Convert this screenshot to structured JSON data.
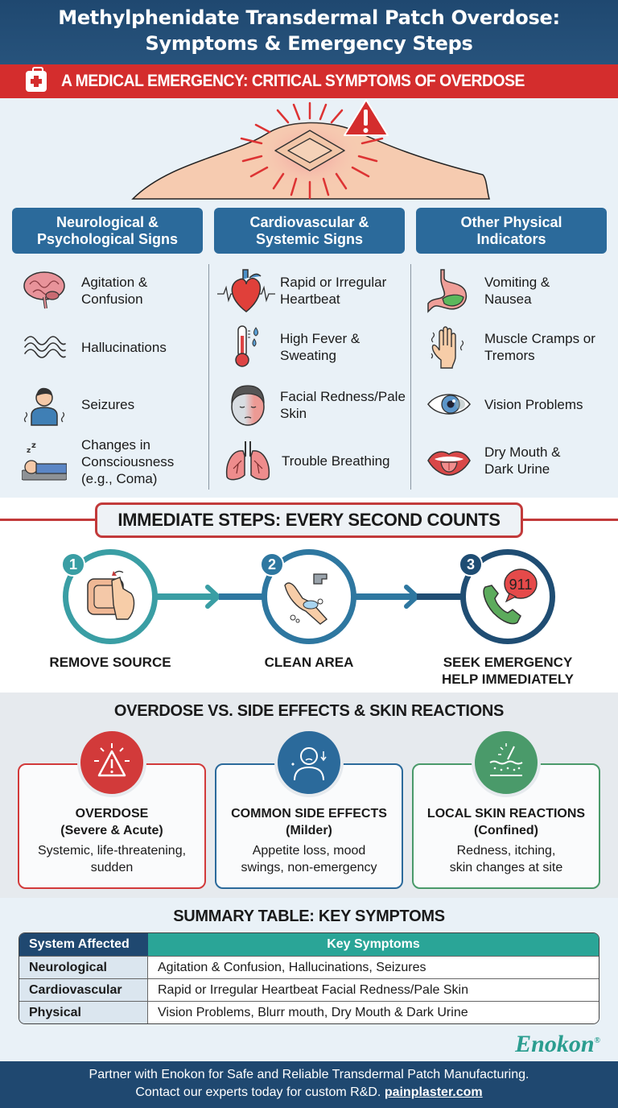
{
  "header": {
    "title_line1": "Methylphenidate Transdermal Patch Overdose:",
    "title_line2": "Symptoms & Emergency Steps"
  },
  "banner": {
    "icon": "first-aid-kit-icon",
    "text": "A MEDICAL EMERGENCY: CRITICAL SYMPTOMS OF OVERDOSE"
  },
  "hero": {
    "icon": "patch-on-skin-warning-icon"
  },
  "categories": [
    {
      "title": "Neurological & Psychological Signs",
      "items": [
        {
          "label": "Agitation & Confusion",
          "icon": "brain-icon"
        },
        {
          "label": "Hallucinations",
          "icon": "waves-icon"
        },
        {
          "label": "Seizures",
          "icon": "shaking-person-icon"
        },
        {
          "label": "Changes in Consciousness (e.g., Coma)",
          "icon": "sleeping-person-icon"
        }
      ]
    },
    {
      "title": "Cardiovascular & Systemic Signs",
      "items": [
        {
          "label": "Rapid or Irregular Heartbeat",
          "icon": "heart-icon"
        },
        {
          "label": "High Fever & Sweating",
          "icon": "thermometer-icon"
        },
        {
          "label": "Facial Redness/Pale Skin",
          "icon": "face-icon"
        },
        {
          "label": "Trouble Breathing",
          "icon": "lungs-icon"
        }
      ]
    },
    {
      "title": "Other Physical Indicators",
      "items": [
        {
          "label": "Vomiting & Nausea",
          "icon": "stomach-icon"
        },
        {
          "label": "Muscle Cramps or Tremors",
          "icon": "shaking-hand-icon"
        },
        {
          "label": "Vision Problems",
          "icon": "eye-icon"
        },
        {
          "label": "Dry Mouth & Dark Urine",
          "icon": "mouth-icon"
        }
      ]
    }
  ],
  "steps": {
    "title": "IMMEDIATE STEPS: EVERY SECOND COUNTS",
    "items": [
      {
        "num": "1",
        "label": "REMOVE SOURCE",
        "icon": "peel-patch-icon",
        "color": "#3a9ea4"
      },
      {
        "num": "2",
        "label": "CLEAN AREA",
        "icon": "wash-hands-icon",
        "color": "#2e77a0"
      },
      {
        "num": "3",
        "label": "SEEK EMERGENCY HELP IMMEDIATELY",
        "icon": "phone-911-icon",
        "color": "#1f4d73",
        "bubble": "911"
      }
    ]
  },
  "comparison": {
    "title": "OVERDOSE VS. SIDE EFFECTS & SKIN REACTIONS",
    "cards": [
      {
        "title": "OVERDOSE",
        "subtitle": "(Severe & Acute)",
        "desc": "Systemic, life-threatening, sudden",
        "color": "#d23a3a",
        "icon": "warning-triangle-icon"
      },
      {
        "title": "COMMON SIDE EFFECTS",
        "subtitle": "(Milder)",
        "desc": "Appetite loss, mood swings, non-emergency",
        "color": "#2b6a9b",
        "icon": "sad-person-icon"
      },
      {
        "title": "LOCAL SKIN REACTIONS",
        "subtitle": "(Confined)",
        "desc": "Redness, itching, skin changes at site",
        "color": "#4a9a6a",
        "icon": "skin-layers-icon"
      }
    ]
  },
  "summary": {
    "title": "SUMMARY TABLE: KEY SYMPTOMS",
    "columns": [
      "System Affected",
      "Key Symptoms"
    ],
    "rows": [
      [
        "Neurological",
        "Agitation & Confusion, Hallucinations, Seizures"
      ],
      [
        "Cardiovascular",
        "Rapid or Irregular Heartbeat Facial Redness/Pale Skin"
      ],
      [
        "Physical",
        "Vision Problems, Blurr mouth, Dry Mouth & Dark Urine"
      ]
    ]
  },
  "brand": {
    "name": "Enokon",
    "mark": "®"
  },
  "footer": {
    "line1": "Partner with Enokon for Safe and Reliable Transdermal Patch Manufacturing.",
    "line2": "Contact our experts today for custom R&D.",
    "link": "painplaster.com"
  },
  "colors": {
    "navy": "#1f4870",
    "red": "#d42d2d",
    "blue": "#2b6a9b",
    "teal": "#2aa597",
    "green": "#4a9a6a"
  }
}
